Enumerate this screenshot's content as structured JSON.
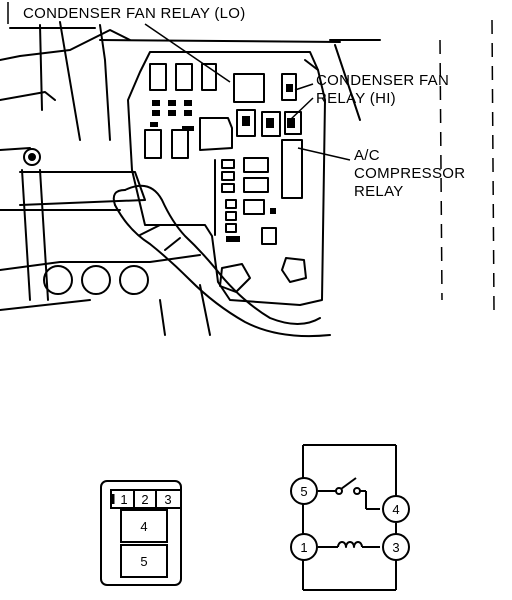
{
  "labels": {
    "fan_relay_lo": "CONDENSER FAN RELAY (LO)",
    "fan_relay_hi_line1": "CONDENSER FAN",
    "fan_relay_hi_line2": "RELAY (HI)",
    "compressor_line1": "A/C",
    "compressor_line2": "COMPRESSOR",
    "compressor_line3": "RELAY"
  },
  "connector": {
    "terminals": [
      "1",
      "2",
      "3",
      "4",
      "5"
    ]
  },
  "schematic": {
    "terminals": [
      "5",
      "4",
      "1",
      "3"
    ]
  }
}
